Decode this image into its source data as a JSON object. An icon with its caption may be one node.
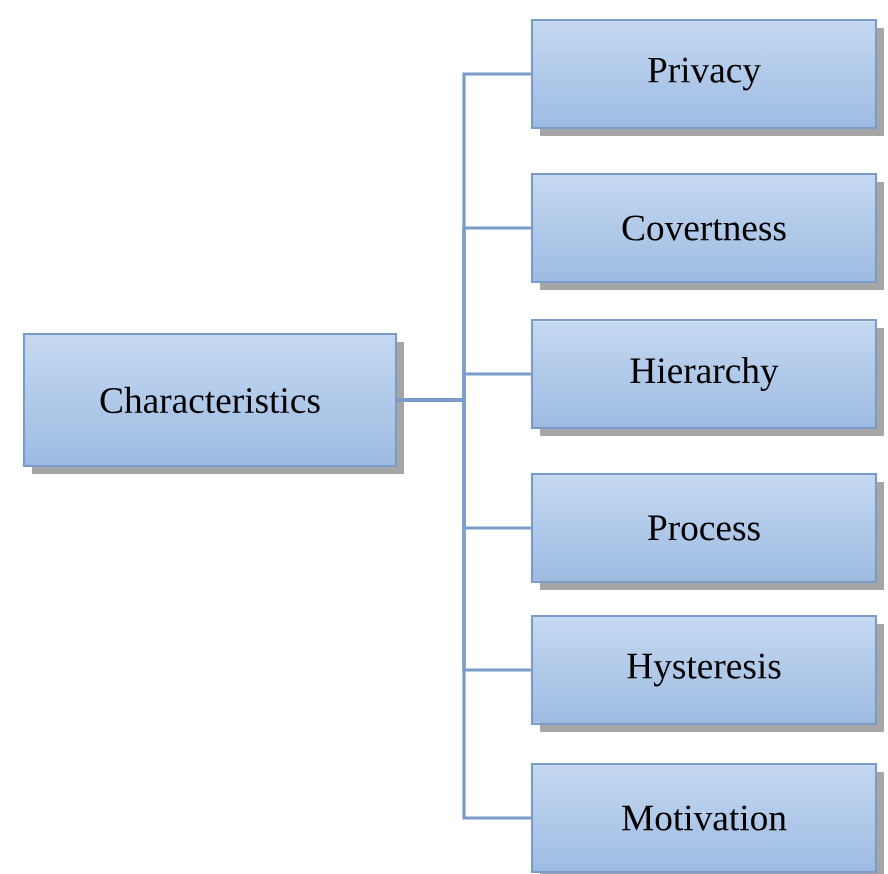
{
  "diagram": {
    "nodes": [
      {
        "text": [
          "Characteristics"
        ]
      },
      {
        "text": [
          "Privacy"
        ]
      },
      {
        "text": [
          "Covertness"
        ]
      },
      {
        "text": [
          "Hierarchy"
        ]
      },
      {
        "text": [
          "Process"
        ]
      },
      {
        "text": [
          "Hysteresis"
        ]
      },
      {
        "text": [
          "Motivation"
        ]
      }
    ],
    "edges": [
      {
        "from": 0,
        "to": 1,
        "arrow": "none"
      },
      {
        "from": 0,
        "to": 2,
        "arrow": "none"
      },
      {
        "from": 0,
        "to": 3,
        "arrow": "none"
      },
      {
        "from": 0,
        "to": 4,
        "arrow": "none"
      },
      {
        "from": 0,
        "to": 5,
        "arrow": "none"
      },
      {
        "from": 0,
        "to": 6,
        "arrow": "none"
      }
    ]
  }
}
